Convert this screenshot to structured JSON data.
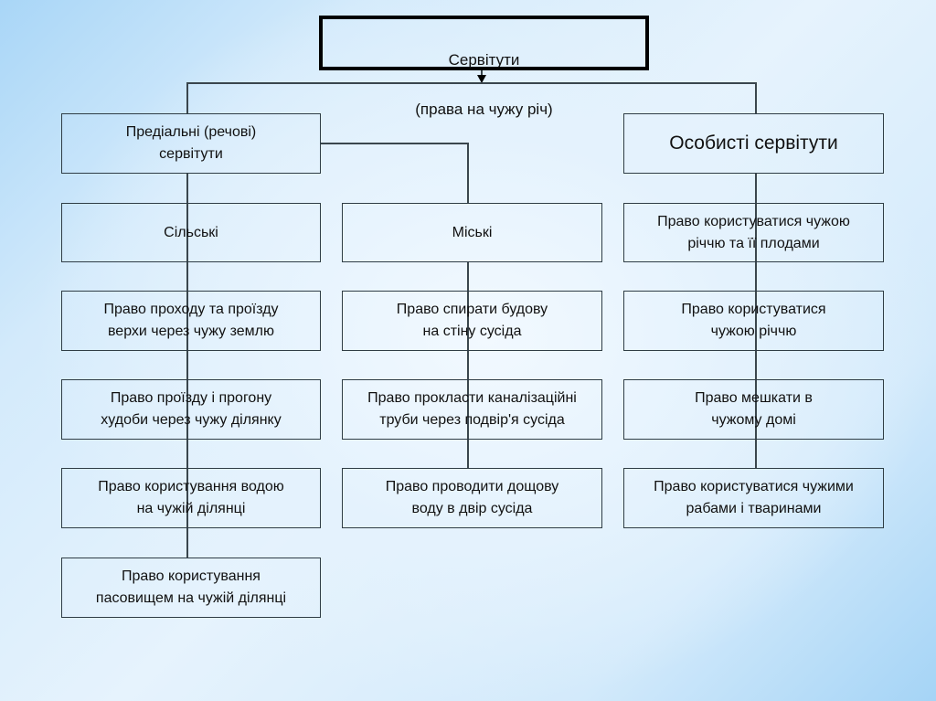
{
  "diagram": {
    "root": {
      "title": "Сервітути",
      "subtitle": "(права на чужу річ)"
    },
    "branches": {
      "predial": {
        "label": "Предіальні (речові)\nсервітути",
        "rural": {
          "label": "Сільські",
          "items": [
            "Право проходу та проїзду\nверхи через чужу землю",
            "Право проїзду і прогону\nхудоби через чужу ділянку",
            "Право користування водою\nна чужій      ділянці",
            "Право користування\nпасовищем на чужій ділянці"
          ]
        },
        "urban": {
          "label": "Міські",
          "items": [
            "Право спирати будову\nна стіну сусіда",
            "Право прокласти каналізаційні\nтруби через подвір'я сусіда",
            "Право проводити дощову\nводу в двір сусіда"
          ]
        }
      },
      "personal": {
        "label": "Особисті сервітути",
        "items": [
          "Право користуватися чужою\nріччю та її плодами",
          "Право користуватися\nчужою річчю",
          "Право мешкати в\nчужому домі",
          "Право користуватися чужими\nрабами і тваринами"
        ]
      }
    }
  }
}
